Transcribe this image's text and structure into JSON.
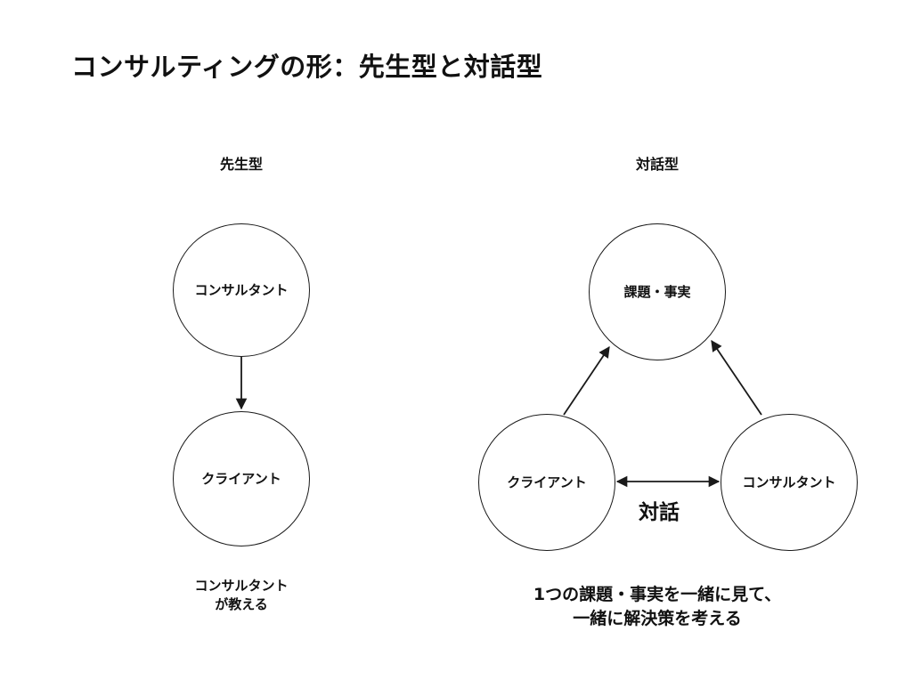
{
  "slide": {
    "title": "コンサルティングの形：先生型と対話型",
    "background_color": "#ffffff",
    "ink_color": "#111111"
  },
  "left_diagram": {
    "heading": "先生型",
    "nodes": {
      "consultant": "コンサルタント",
      "client": "クライアント"
    },
    "caption_line1": "コンサルタント",
    "caption_line2": "が教える"
  },
  "right_diagram": {
    "heading": "対話型",
    "nodes": {
      "issue": "課題・事実",
      "client": "クライアント",
      "consultant": "コンサルタント"
    },
    "dialogue_label": "対話",
    "caption_line1": "1つの課題・事実を一緒に見て、",
    "caption_line2": "一緒に解決策を考える"
  }
}
